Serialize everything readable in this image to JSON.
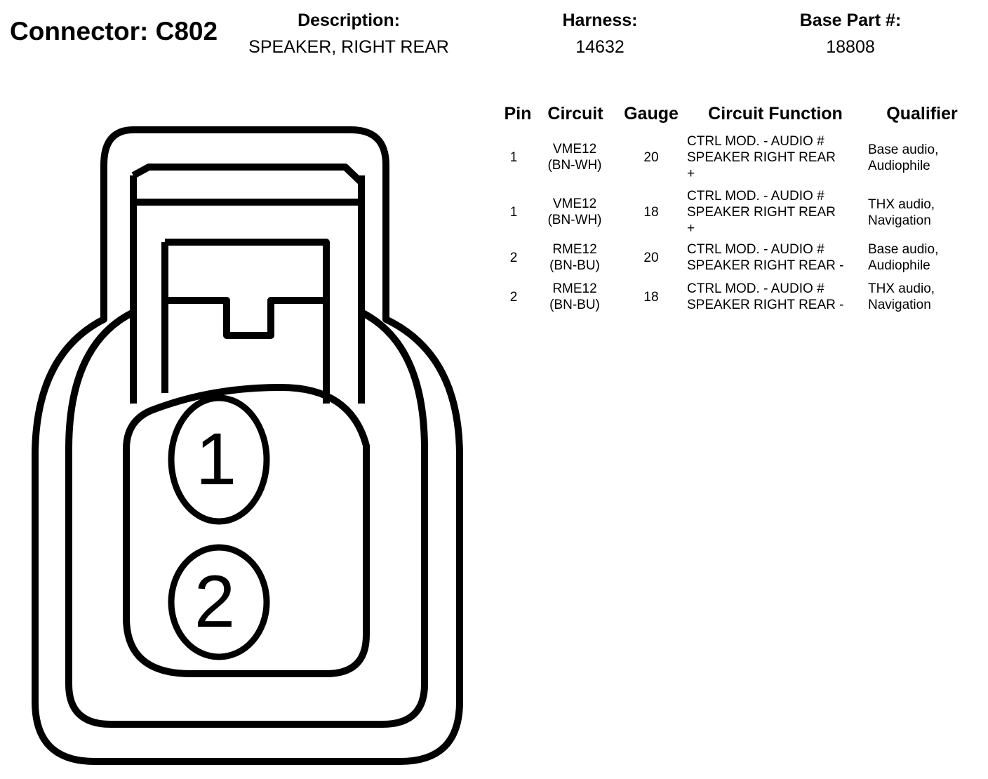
{
  "header": {
    "connector_title": "Connector: C802",
    "description_label": "Description:",
    "description_value": "SPEAKER, RIGHT REAR",
    "harness_label": "Harness:",
    "harness_value": "14632",
    "base_part_label": "Base Part #:",
    "base_part_value": "18808"
  },
  "diagram": {
    "pins": [
      {
        "number": "1"
      },
      {
        "number": "2"
      }
    ]
  },
  "table": {
    "columns": [
      "Pin",
      "Circuit",
      "Gauge",
      "Circuit Function",
      "Qualifier"
    ],
    "rows": [
      {
        "pin": "1",
        "circuit": [
          "VME12",
          "(BN-WH)"
        ],
        "gauge": "20",
        "function": [
          "CTRL MOD. - AUDIO #",
          "SPEAKER RIGHT REAR",
          "+"
        ],
        "qualifier": [
          "Base audio,",
          "Audiophile"
        ]
      },
      {
        "pin": "1",
        "circuit": [
          "VME12",
          "(BN-WH)"
        ],
        "gauge": "18",
        "function": [
          "CTRL MOD. - AUDIO #",
          "SPEAKER RIGHT REAR",
          "+"
        ],
        "qualifier": [
          "THX audio,",
          "Navigation"
        ]
      },
      {
        "pin": "2",
        "circuit": [
          "RME12",
          "(BN-BU)"
        ],
        "gauge": "20",
        "function": [
          "CTRL MOD. - AUDIO #",
          "SPEAKER RIGHT REAR -"
        ],
        "qualifier": [
          "Base audio,",
          "Audiophile"
        ]
      },
      {
        "pin": "2",
        "circuit": [
          "RME12",
          "(BN-BU)"
        ],
        "gauge": "18",
        "function": [
          "CTRL MOD. - AUDIO #",
          "SPEAKER RIGHT REAR -"
        ],
        "qualifier": [
          "THX audio,",
          "Navigation"
        ]
      }
    ]
  }
}
